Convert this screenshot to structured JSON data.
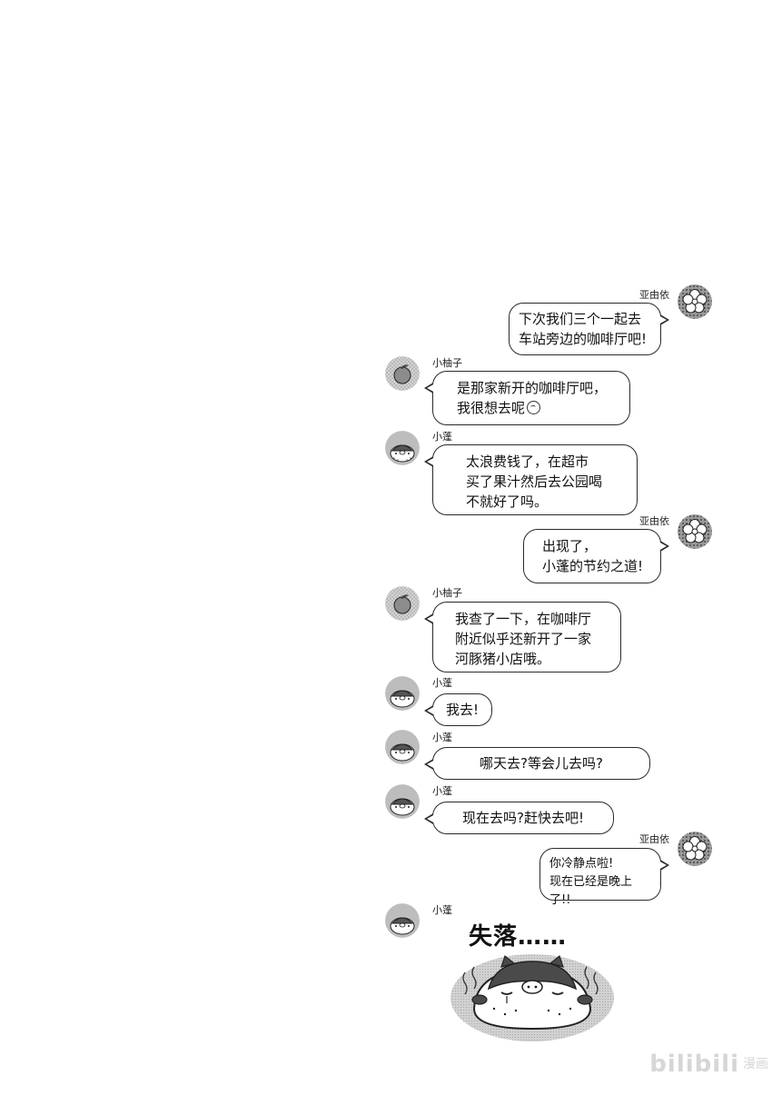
{
  "messages": [
    {
      "sender": "亚由依",
      "text": "下次我们三个一起去\n车站旁边的咖啡厅吧!"
    },
    {
      "sender": "小柚子",
      "text": "是那家新开的咖啡厅吧，\n我很想去呢"
    },
    {
      "sender": "小蓬",
      "text": "太浪费钱了，在超市\n买了果汁然后去公园喝\n不就好了吗。"
    },
    {
      "sender": "亚由依",
      "text": "出现了，\n小蓬的节约之道!"
    },
    {
      "sender": "小柚子",
      "text": "我查了一下，在咖啡厅\n附近似乎还新开了一家\n河豚猪小店哦。"
    },
    {
      "sender": "小蓬",
      "text": "我去!"
    },
    {
      "sender": "小蓬",
      "text": "哪天去?等会儿去吗?"
    },
    {
      "sender": "小蓬",
      "text": "现在去吗?赶快去吧!"
    },
    {
      "sender": "亚由依",
      "text": "你冷静点啦!\n现在已经是晚上了!!"
    },
    {
      "sender": "小蓬",
      "sticker_text": "失落……"
    }
  ],
  "watermark": {
    "brand": "bilibili",
    "sub": "漫画"
  }
}
